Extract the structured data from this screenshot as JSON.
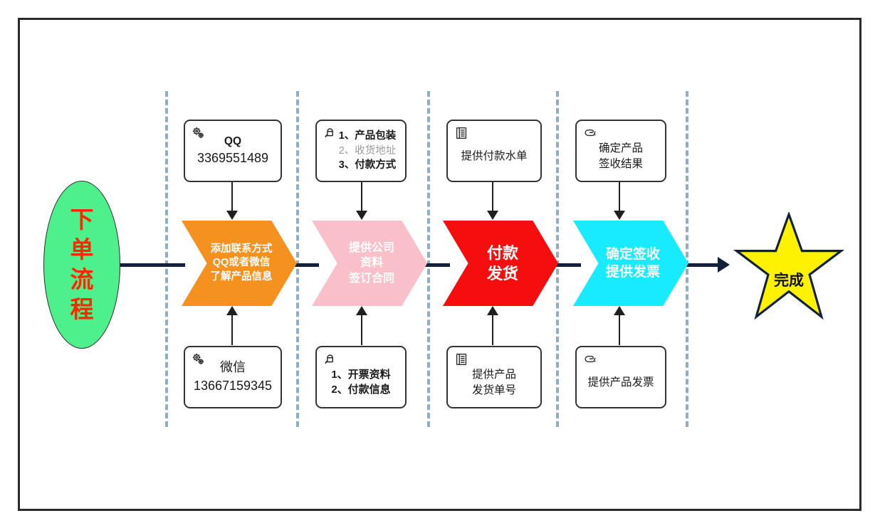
{
  "diagram": {
    "title": "下单流程",
    "start": {
      "label": "下单流程",
      "shape": "ellipse",
      "fill": "#4DF08A",
      "text_color": "#FF2600"
    },
    "end": {
      "label": "完成",
      "shape": "star",
      "fill": "#FFF200",
      "stroke": "#12203A",
      "text_color": "#111111"
    },
    "lane_divider_color": "#8FADC4",
    "connector_color": "#12203A",
    "frame_color": "#2B2B2B",
    "steps": [
      {
        "id": "step-1",
        "fill": "#F5911E",
        "text_color": "#FFFFFF",
        "lines": [
          "添加联系方式",
          "QQ或者微信",
          "了解产品信息"
        ],
        "top_note": {
          "icon": "gears-icon",
          "lines": [
            {
              "text": "QQ",
              "style": "bold"
            },
            {
              "text": "3369551489",
              "style": "big"
            }
          ]
        },
        "bottom_note": {
          "icon": "gears-icon",
          "lines": [
            {
              "text": "微信",
              "style": "big"
            },
            {
              "text": "13667159345",
              "style": "big"
            }
          ]
        }
      },
      {
        "id": "step-2",
        "fill": "#F9C0C9",
        "text_color": "#FFFFFF",
        "lines": [
          "提供公司",
          "资料",
          "签订合同"
        ],
        "top_note": {
          "icon": "person-icon",
          "lines": [
            {
              "text": "1、产品包装",
              "style": "bold"
            },
            {
              "text": "2、收货地址",
              "style": "dim"
            },
            {
              "text": "3、付款方式",
              "style": "bold"
            }
          ]
        },
        "bottom_note": {
          "icon": "person-icon",
          "lines": [
            {
              "text": "1、开票资料",
              "style": "bold"
            },
            {
              "text": "2、付款信息",
              "style": "bold"
            }
          ]
        }
      },
      {
        "id": "step-3",
        "fill": "#F60D0D",
        "text_color": "#FFFFFF",
        "lines": [
          "付款",
          "发货"
        ],
        "top_note": {
          "icon": "document-list-icon",
          "lines": [
            {
              "text": "提供付款水单",
              "style": "normal"
            }
          ]
        },
        "bottom_note": {
          "icon": "document-list-icon",
          "lines": [
            {
              "text": "提供产品",
              "style": "normal"
            },
            {
              "text": "发货单号",
              "style": "normal"
            }
          ]
        }
      },
      {
        "id": "step-4",
        "fill": "#18EBFF",
        "text_color": "#FFFFFF",
        "lines": [
          "确定签收",
          "提供发票"
        ],
        "top_note": {
          "icon": "pointing-hand-icon",
          "lines": [
            {
              "text": "确定产品",
              "style": "normal"
            },
            {
              "text": "签收结果",
              "style": "normal"
            }
          ]
        },
        "bottom_note": {
          "icon": "pointing-hand-icon",
          "lines": [
            {
              "text": "提供产品发票",
              "style": "normal"
            }
          ]
        }
      }
    ]
  }
}
